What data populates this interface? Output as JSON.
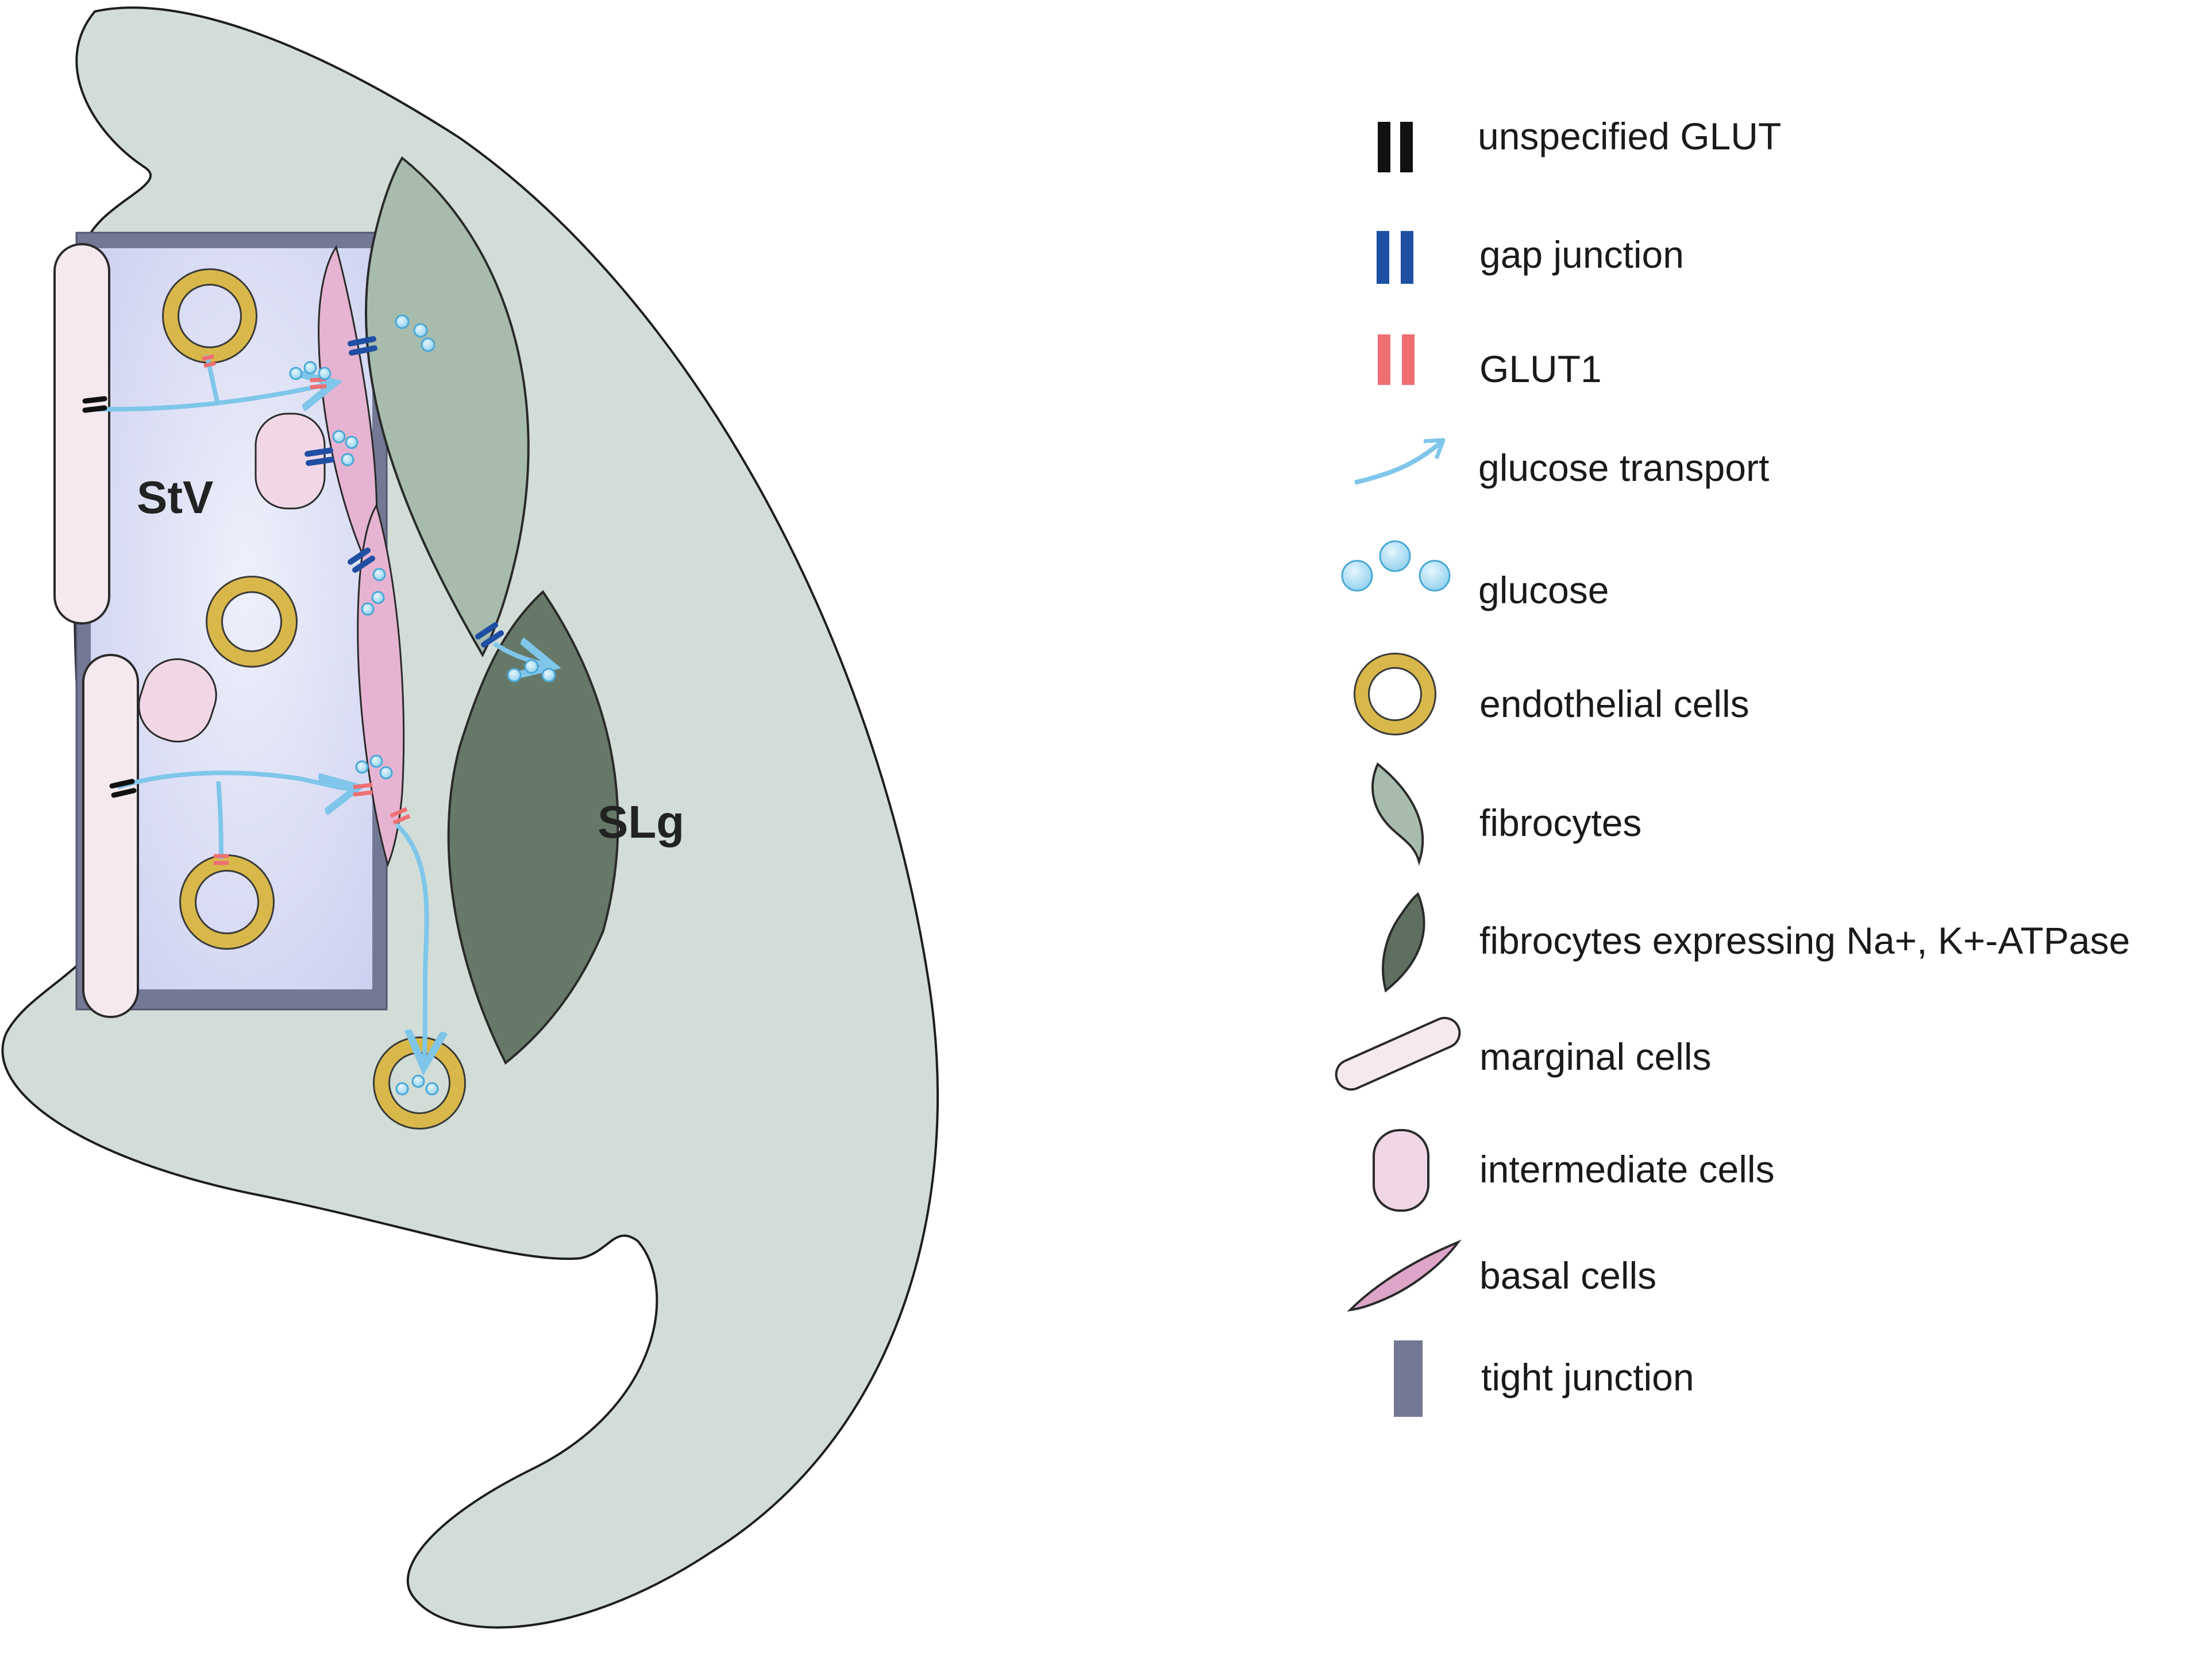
{
  "regions": {
    "stv": "StV",
    "slg": "SLg"
  },
  "legend": [
    {
      "icon": "unspecified-glut-icon",
      "label": "unspecified GLUT",
      "color": "#111111"
    },
    {
      "icon": "gap-junction-icon",
      "label": "gap junction",
      "color": "#1f4fa3"
    },
    {
      "icon": "glut1-icon",
      "label": "GLUT1",
      "color": "#ef6f73"
    },
    {
      "icon": "glucose-transport-arrow-icon",
      "label": "glucose transport",
      "color": "#7fc6ea"
    },
    {
      "icon": "glucose-icon",
      "label": "glucose",
      "color": "#a9dcf2"
    },
    {
      "icon": "endothelial-cell-icon",
      "label": "endothelial cells",
      "color": "#d8b84a"
    },
    {
      "icon": "fibrocyte-icon",
      "label": "fibrocytes",
      "color": "#a7bcad"
    },
    {
      "icon": "fibrocyte-nak-atpase-icon",
      "label": "fibrocytes expressing Na+, K+-ATPase",
      "color": "#5e6f60"
    },
    {
      "icon": "marginal-cell-icon",
      "label": "marginal cells",
      "color": "#f6e8ef"
    },
    {
      "icon": "intermediate-cell-icon",
      "label": "intermediate cells",
      "color": "#f1d7e6"
    },
    {
      "icon": "basal-cell-icon",
      "label": "basal cells",
      "color": "#dda6c9"
    },
    {
      "icon": "tight-junction-icon",
      "label": "tight junction",
      "color": "#737894"
    }
  ],
  "colors": {
    "tissue": "#d2ddd8",
    "stv_fill": "#dde2f4",
    "tight_junction": "#737894"
  }
}
